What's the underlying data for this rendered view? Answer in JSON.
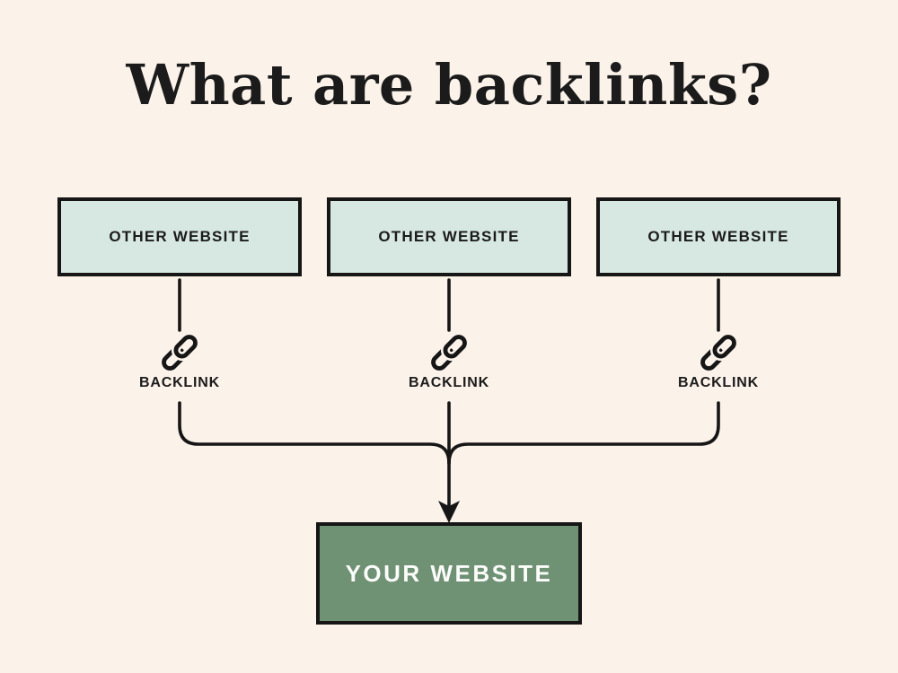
{
  "title": "What are backlinks?",
  "source_boxes": [
    {
      "label": "OTHER WEBSITE"
    },
    {
      "label": "OTHER WEBSITE"
    },
    {
      "label": "OTHER WEBSITE"
    }
  ],
  "connectors": [
    {
      "label": "BACKLINK",
      "icon": "chain-link-icon"
    },
    {
      "label": "BACKLINK",
      "icon": "chain-link-icon"
    },
    {
      "label": "BACKLINK",
      "icon": "chain-link-icon"
    }
  ],
  "target_box": {
    "label": "YOUR WEBSITE"
  },
  "colors": {
    "background": "#FBF2E9",
    "box_mint": "#D7E8E2",
    "box_green": "#6F9174",
    "line": "#161616",
    "text_dark": "#1B1B1B",
    "text_light": "#FDFDFB"
  }
}
